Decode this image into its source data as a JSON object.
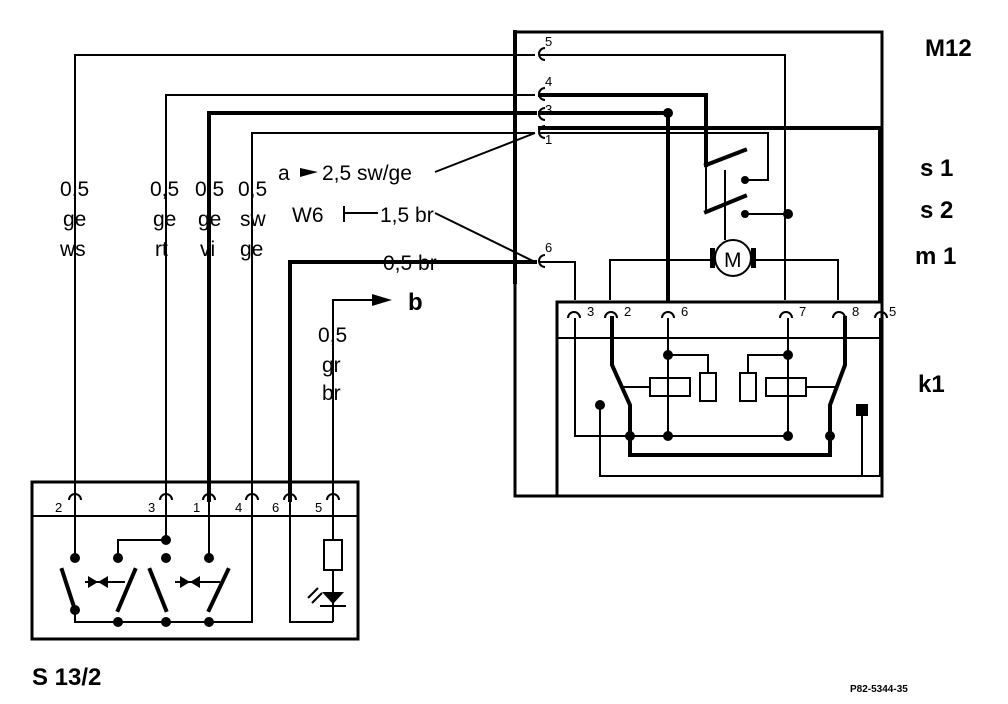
{
  "components": {
    "m12": "M12",
    "s1": "s 1",
    "s2": "s 2",
    "m1": "m 1",
    "k1": "k1",
    "s13_2": "S 13/2",
    "motor_symbol": "M"
  },
  "wires": {
    "ge_ws": {
      "size": "0,5",
      "c1": "ge",
      "c2": "ws"
    },
    "ge_rt": {
      "size": "0,5",
      "c1": "ge",
      "c2": "rt"
    },
    "ge_vi": {
      "size": "0,5",
      "c1": "ge",
      "c2": "vi"
    },
    "sw_ge": {
      "size": "0,5",
      "c1": "sw",
      "c2": "ge"
    },
    "gr_br": {
      "size": "0,5",
      "c1": "gr",
      "c2": "br"
    },
    "a_label": "a",
    "a_wire": "2,5 sw/ge",
    "w6_label": "W6",
    "w6_wire": "1,5 br",
    "br_05": "0,5 br",
    "b_label": "b"
  },
  "m12_pins": [
    "5",
    "4",
    "3",
    "1",
    "6"
  ],
  "k1_pins": [
    "3",
    "2",
    "6",
    "7",
    "8",
    "5"
  ],
  "s13_pins": [
    "2",
    "3",
    "1",
    "4",
    "6",
    "5"
  ],
  "reference": "P82-5344-35"
}
